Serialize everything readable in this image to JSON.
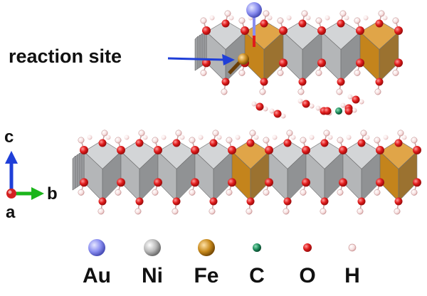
{
  "annotation": {
    "text": "reaction site",
    "arrow_color": "#1f3fd8"
  },
  "axes": {
    "c": "c",
    "b": "b",
    "a": "a",
    "c_color": "#1f3fd8",
    "b_color": "#1bb51b",
    "a_color": "#d42020"
  },
  "legend": {
    "items": [
      {
        "symbol": "Au",
        "color": "#8a8ef0"
      },
      {
        "symbol": "Ni",
        "color": "#b8b8b8"
      },
      {
        "symbol": "Fe",
        "color": "#c88a1c"
      },
      {
        "symbol": "C",
        "color": "#1b8a5a"
      },
      {
        "symbol": "O",
        "color": "#e01b1b"
      },
      {
        "symbol": "H",
        "color": "#f3d4d4"
      }
    ]
  },
  "colors": {
    "ni_octahedron": "#b4b6b8",
    "fe_octahedron": "#c4841c",
    "oxygen": "#e01b1b",
    "hydrogen": "#f6dede",
    "gold": "#8a8ef0",
    "carbon": "#1b8a5a"
  }
}
